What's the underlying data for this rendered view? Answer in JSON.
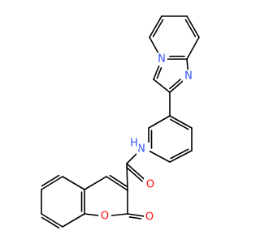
{
  "atoms": {
    "n_bridge": {
      "symbol": "N",
      "color": "#3050F8"
    },
    "n_imidazole": {
      "symbol": "N",
      "color": "#3050F8"
    },
    "nh": {
      "symbol": "N",
      "hydrogen": "H",
      "color": "#3050F8"
    },
    "o_carbonyl_amide": {
      "symbol": "O",
      "color": "#FF0D0D"
    },
    "o_ring": {
      "symbol": "O",
      "color": "#FF0D0D"
    },
    "o_carbonyl_lactone": {
      "symbol": "O",
      "color": "#FF0D0D"
    }
  }
}
